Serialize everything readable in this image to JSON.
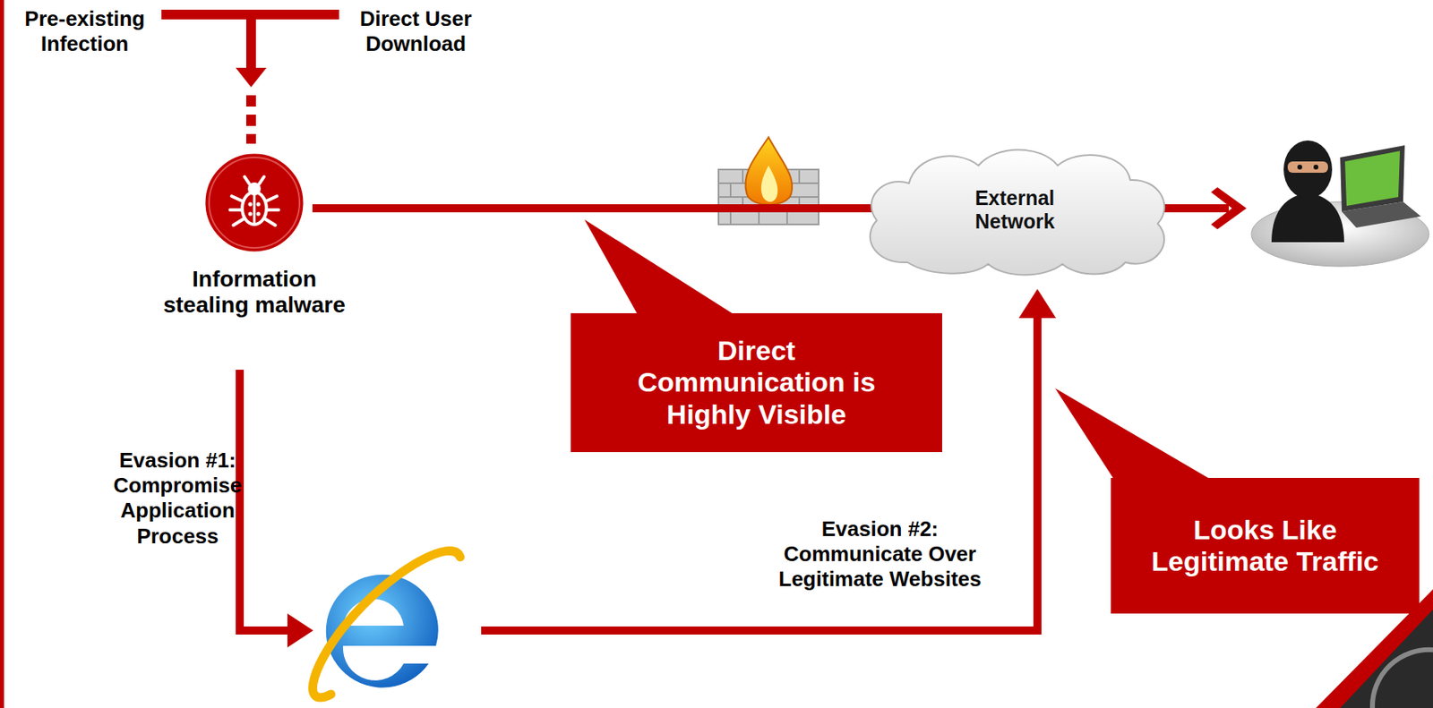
{
  "diagram": {
    "nodes": [
      {
        "text": [
          "Information stealing malware"
        ]
      },
      {
        "text": [
          "External Network"
        ]
      },
      {
        "text": [
          "Direct Communication is Highly Visible"
        ]
      },
      {
        "text": [
          "Looks Like Legitimate Traffic"
        ]
      }
    ],
    "edges": [
      {
        "from": 0,
        "to": 1,
        "arrow": "none"
      }
    ],
    "labels": [
      "Pre-existing Infection",
      "Direct User Download",
      "Evasion #1: Compromise Application Process",
      "Evasion #2: Communicate Over Legitimate Websites"
    ]
  }
}
